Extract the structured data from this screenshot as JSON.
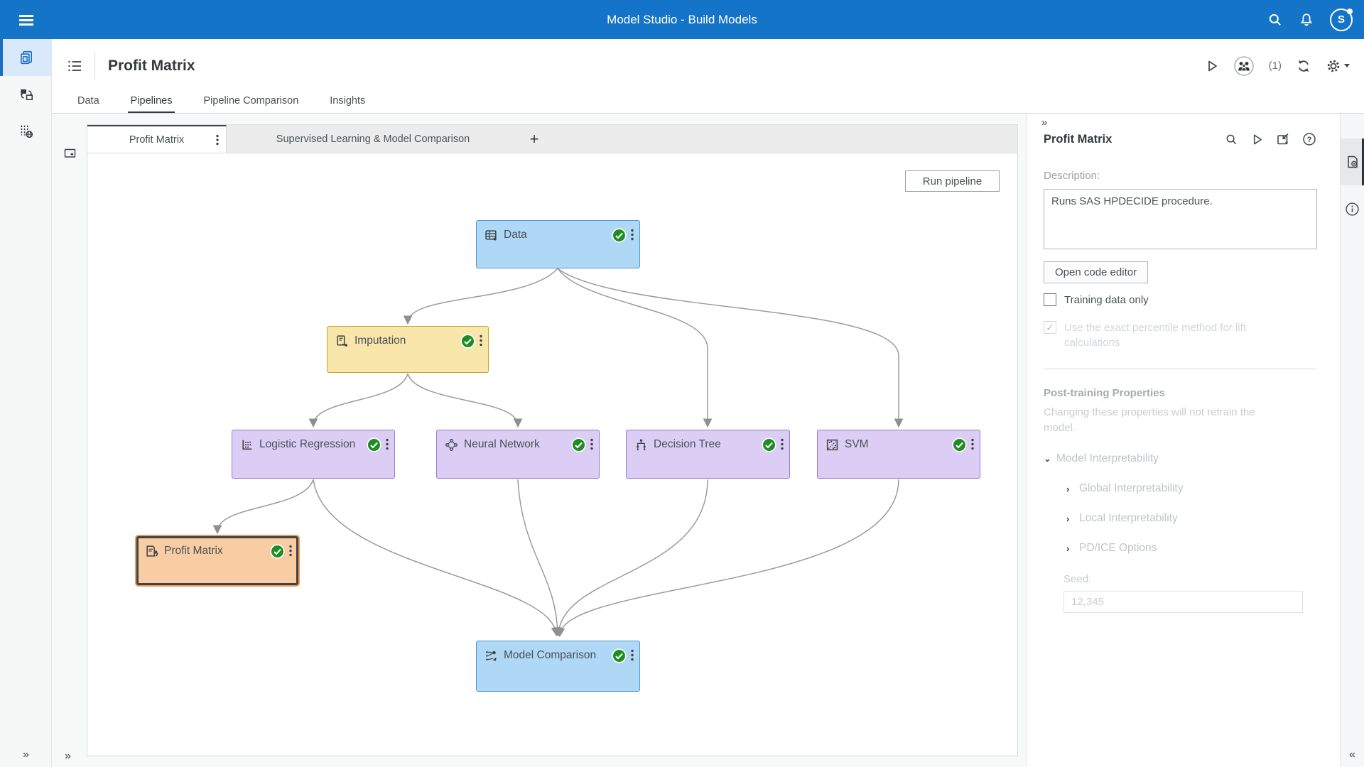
{
  "topbar": {
    "title": "Model Studio - Build Models",
    "avatar_initial": "S"
  },
  "header": {
    "title": "Profit Matrix",
    "run_count_badge": "(1)"
  },
  "main_tabs": [
    {
      "label": "Data",
      "active": false
    },
    {
      "label": "Pipelines",
      "active": true
    },
    {
      "label": "Pipeline Comparison",
      "active": false
    },
    {
      "label": "Insights",
      "active": false
    }
  ],
  "pipeline_tabs": {
    "active_label": "Profit Matrix",
    "inactive_label": "Supervised Learning & Model Comparison",
    "add_label": "+"
  },
  "canvas": {
    "run_button_label": "Run pipeline",
    "nodes": [
      {
        "label": "Data",
        "icon": "data-table-icon",
        "status": "complete",
        "color": "blue",
        "selected": false
      },
      {
        "label": "Imputation",
        "icon": "imputation-icon",
        "status": "complete",
        "color": "yellow",
        "selected": false
      },
      {
        "label": "Logistic Regression",
        "icon": "logistic-regression-icon",
        "status": "complete",
        "color": "purple",
        "selected": false
      },
      {
        "label": "Neural Network",
        "icon": "neural-network-icon",
        "status": "complete",
        "color": "purple",
        "selected": false
      },
      {
        "label": "Decision Tree",
        "icon": "decision-tree-icon",
        "status": "complete",
        "color": "purple",
        "selected": false
      },
      {
        "label": "SVM",
        "icon": "svm-icon",
        "status": "complete",
        "color": "purple",
        "selected": false
      },
      {
        "label": "Profit Matrix",
        "icon": "profit-matrix-icon",
        "status": "complete",
        "color": "orange",
        "selected": true
      },
      {
        "label": "Model Comparison",
        "icon": "model-comparison-icon",
        "status": "complete",
        "color": "blue",
        "selected": false
      }
    ]
  },
  "properties_panel": {
    "title": "Profit Matrix",
    "description_label": "Description:",
    "description_value": "Runs SAS HPDECIDE procedure.",
    "open_code_editor_label": "Open code editor",
    "checkbox_training": {
      "label": "Training data only",
      "checked": false,
      "disabled": false
    },
    "checkbox_percentile": {
      "label": "Use the exact percentile method for lift calculations",
      "checked": true,
      "disabled": true
    },
    "post_training_heading": "Post-training Properties",
    "post_training_note": "Changing these properties will not retrain the model.",
    "sections": [
      {
        "label": "Model Interpretability",
        "expanded": true
      },
      {
        "label": "Global Interpretability",
        "expanded": false
      },
      {
        "label": "Local Interpretability",
        "expanded": false
      },
      {
        "label": "PD/ICE Options",
        "expanded": false
      }
    ],
    "seed_label": "Seed:",
    "seed_value": "12,345"
  },
  "colors": {
    "topbar_blue": "#1474c8",
    "sidebar_selected_blue": "#1b6fc1",
    "node_blue_fill": "#aed8f5",
    "node_blue_border": "#4e9ad2",
    "node_yellow_fill": "#f8e6ab",
    "node_yellow_border": "#c8a42f",
    "node_purple_fill": "#dccdf5",
    "node_purple_border": "#9879d2",
    "node_orange_fill": "#f9cda3",
    "node_selected_border": "#3f4348",
    "status_green": "#1e8e23",
    "edge_grey": "#9b9b9b"
  }
}
